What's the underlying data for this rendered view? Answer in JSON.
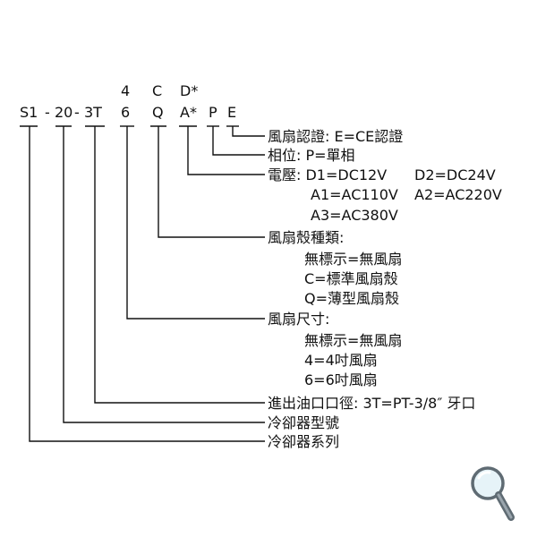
{
  "code": {
    "s1": "S1",
    "dash1": "-",
    "n20": "20",
    "dash2": "-",
    "n3t": "3T",
    "size_top": "4",
    "size_bottom": "6",
    "shell_top": "C",
    "shell_bottom": "Q",
    "volt_top": "D*",
    "volt_bottom": "A*",
    "phase": "P",
    "fan_cert": "E"
  },
  "descriptions": {
    "fan_cert": "風扇認證: E=CE認證",
    "phase": "相位: P=單相",
    "voltage": {
      "line1_a": "電壓: D1=DC12V",
      "line1_b": "D2=DC24V",
      "line2_a": "A1=AC110V",
      "line2_b": "A2=AC220V",
      "line3": "A3=AC380V"
    },
    "shell": {
      "title": "風扇殼種類:",
      "opt1": "無標示=無風扇",
      "opt2": "C=標準風扇殼",
      "opt3": "Q=薄型風扇殼"
    },
    "size": {
      "title": "風扇尺寸:",
      "opt1": "無標示=無風扇",
      "opt2": "4=4吋風扇",
      "opt3": "6=6吋風扇"
    },
    "port": "進出油口口徑: 3T=PT-3/8″ 牙口",
    "model": "冷卻器型號",
    "series": "冷卻器系列"
  },
  "icons": {
    "zoom": "magnifier-icon"
  }
}
